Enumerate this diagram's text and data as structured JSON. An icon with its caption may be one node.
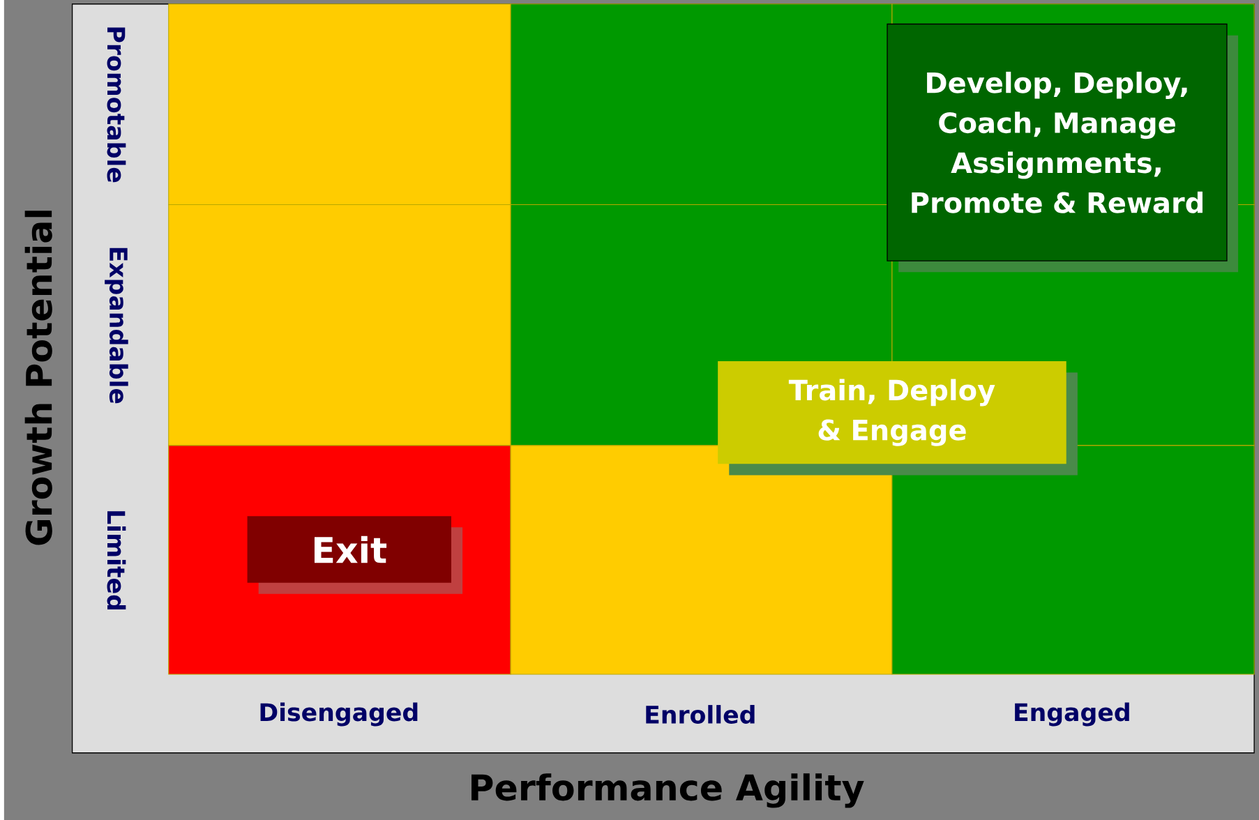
{
  "diagram": {
    "nodes": [
      {
        "text": [
          "Develop, Deploy, Coach, Manage Assignments, Promote & Reward"
        ]
      },
      {
        "text": [
          "Train, Deploy & Engage"
        ]
      },
      {
        "text": [
          "Exit"
        ]
      }
    ],
    "edges": [],
    "labels": [
      "Growth Potential",
      "Promotable",
      "Expandable",
      "Limited",
      "Disengaged",
      "Enrolled",
      "Engaged",
      "Performance Agility"
    ]
  }
}
